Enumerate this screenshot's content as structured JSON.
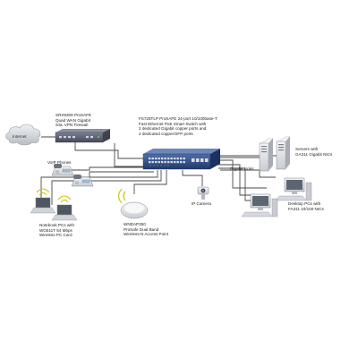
{
  "labels": {
    "internet": "Internet",
    "firewall": "SRX5308 ProSAFE\nQuad WAN Gigabit\nSSL VPN Firewall",
    "switch": "FS728TLP ProSAFE 24-port 10/100base-T\nFast Ethernet PoE Smart Switch with\n2 dedicated Gigabit copper ports and\n2 dedicated copper/SFP ports",
    "voip": "VoIP Phones",
    "servers": "Servers with\nGA311 Gigabit NICs",
    "gigabit_links": "Gigabit Links",
    "notebooks": "Notebook PCs with\nWG511T 54 Mbps\nWireless PC Card",
    "access_point": "WNDAP350\nProSafe Dual Band\nWireless-N Access Point",
    "ip_camera": "IP Camera",
    "desktops": "Desktop PCs with\nFA311 10/100 NICs"
  },
  "colors": {
    "cable": "#4a4a4a",
    "switch_body": "#2f4f86",
    "firewall_body": "#5a6070",
    "wireless": "#c8c400",
    "cloud": "#d9dbdf"
  }
}
